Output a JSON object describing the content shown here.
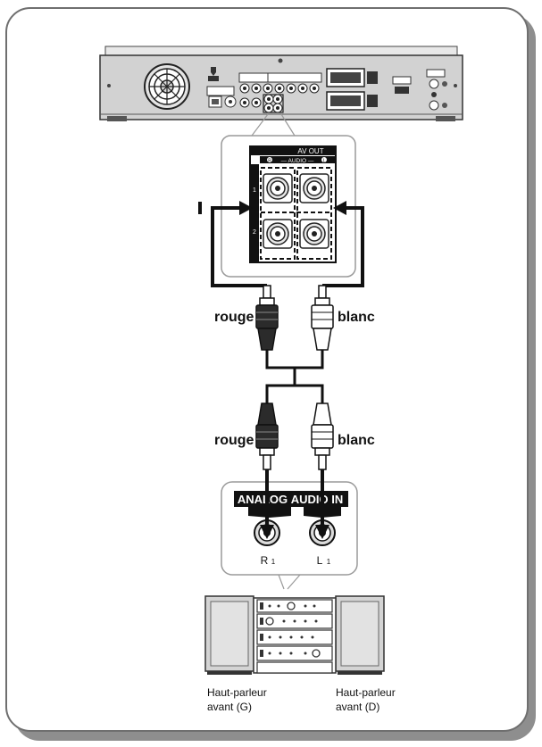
{
  "colors": {
    "frame": "#6f6f6f",
    "shadow": "#8e8e8e",
    "panel_border": "#9a9a9a",
    "device_gray": "#d4d4d4",
    "dark": "#111111"
  },
  "av_out_panel": {
    "title": "AV OUT",
    "audio_header": "— AUDIO —",
    "right_marker": "R",
    "left_marker": "L",
    "row_1": "1",
    "row_2": "2"
  },
  "cable": {
    "upper_left_label": "rouge",
    "upper_right_label": "blanc",
    "lower_left_label": "rouge",
    "lower_right_label": "blanc"
  },
  "analog_panel": {
    "title_left": "ANALOG",
    "title_right": "AUDIO IN",
    "jack_right_label": "R",
    "jack_right_sub": "1",
    "jack_left_label": "L",
    "jack_left_sub": "1"
  },
  "speakers": {
    "left_line1": "Haut-parleur",
    "left_line2": "avant (G)",
    "right_line1": "Haut-parleur",
    "right_line2": "avant (D)"
  },
  "icons": [
    "fan-icon",
    "rca-plug-icon",
    "rca-jack-icon",
    "stereo-system-icon",
    "speaker-icon"
  ]
}
